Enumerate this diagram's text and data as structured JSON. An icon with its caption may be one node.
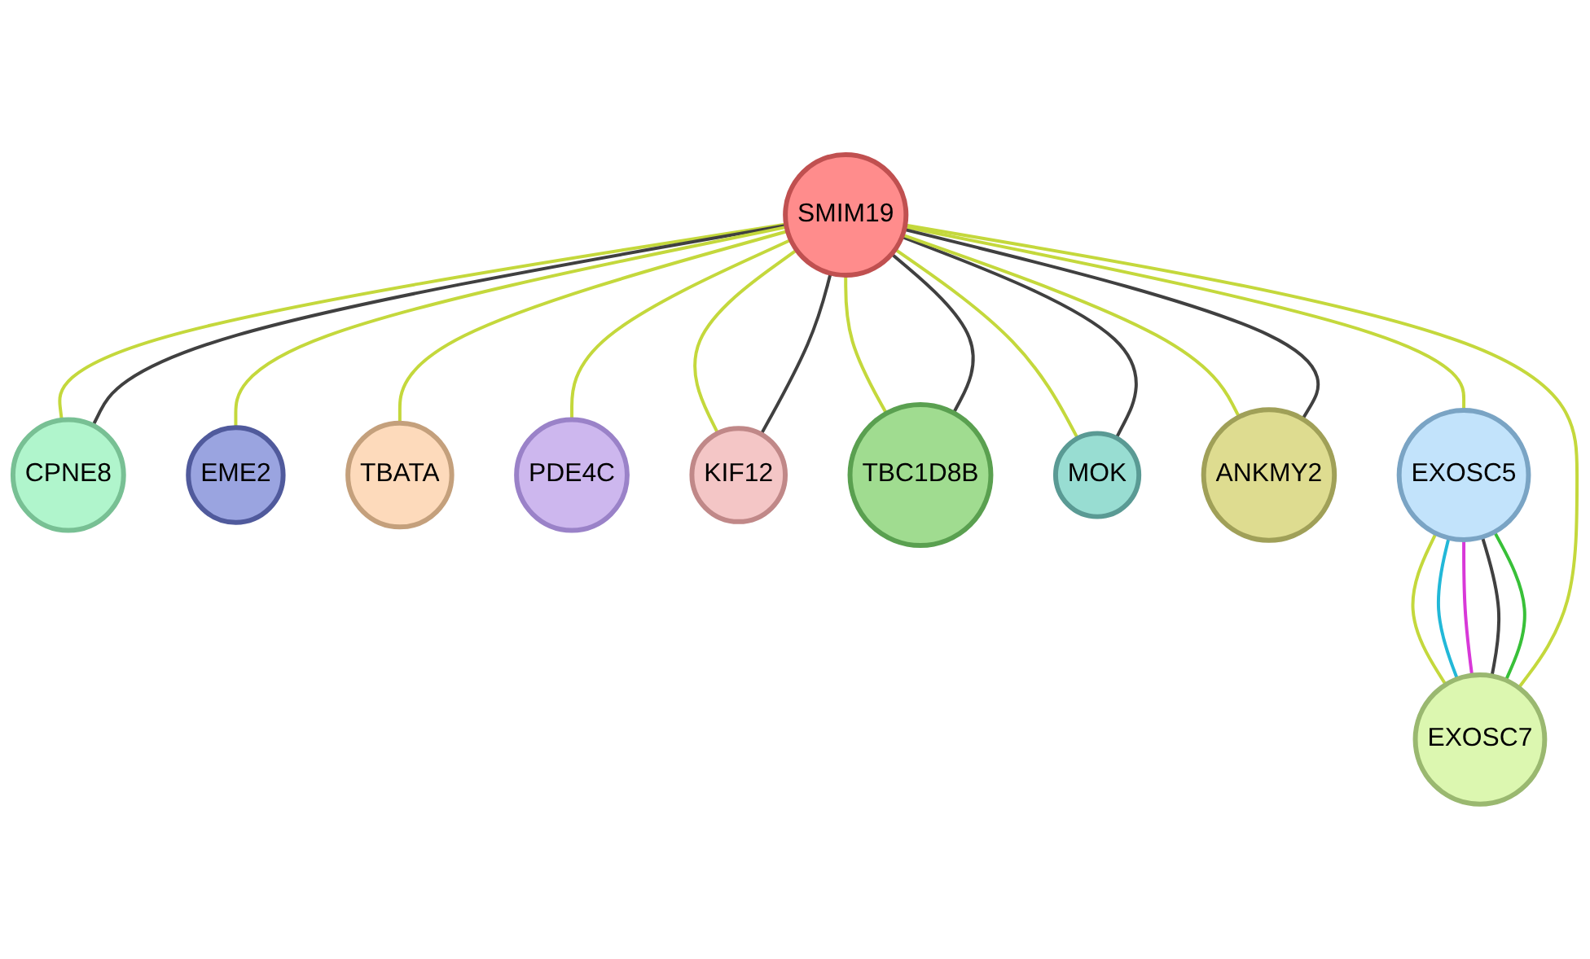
{
  "diagram": {
    "nodes": [
      {
        "text": [
          "SMIM19"
        ]
      },
      {
        "text": [
          "EXOSC7"
        ]
      },
      {
        "text": [
          "EXOSC5"
        ]
      },
      {
        "text": [
          "CPNE8"
        ]
      },
      {
        "text": [
          "EME2"
        ]
      },
      {
        "text": [
          "TBATA"
        ]
      },
      {
        "text": [
          "PDE4C"
        ]
      },
      {
        "text": [
          "KIF12"
        ]
      },
      {
        "text": [
          "TBC1D8B"
        ]
      },
      {
        "text": [
          "MOK"
        ]
      },
      {
        "text": [
          "ANKMY2"
        ]
      }
    ],
    "edges": [
      {
        "from": 2,
        "to": 1,
        "arrow": "none"
      },
      {
        "from": 2,
        "to": 1,
        "arrow": "none",
        "color": "#22b8d8"
      },
      {
        "from": 2,
        "to": 1,
        "arrow": "none",
        "color": "#d838d8"
      },
      {
        "from": 2,
        "to": 1,
        "arrow": "none",
        "color": "#404040"
      },
      {
        "from": 2,
        "to": 1,
        "arrow": "none",
        "color": "#38c038"
      },
      {
        "from": 0,
        "to": 1,
        "arrow": "none"
      },
      {
        "from": 0,
        "to": 2,
        "arrow": "none"
      },
      {
        "from": 0,
        "to": 3,
        "arrow": "none"
      },
      {
        "from": 0,
        "to": 3,
        "arrow": "none",
        "color": "#404040"
      },
      {
        "from": 0,
        "to": 4,
        "arrow": "none"
      },
      {
        "from": 0,
        "to": 5,
        "arrow": "none"
      },
      {
        "from": 0,
        "to": 6,
        "arrow": "none"
      },
      {
        "from": 0,
        "to": 7,
        "arrow": "none"
      },
      {
        "from": 0,
        "to": 7,
        "arrow": "none",
        "color": "#404040"
      },
      {
        "from": 0,
        "to": 8,
        "arrow": "none"
      },
      {
        "from": 0,
        "to": 8,
        "arrow": "none",
        "color": "#404040"
      },
      {
        "from": 0,
        "to": 9,
        "arrow": "none"
      },
      {
        "from": 0,
        "to": 9,
        "arrow": "none",
        "color": "#404040"
      },
      {
        "from": 0,
        "to": 10,
        "arrow": "none"
      },
      {
        "from": 0,
        "to": 10,
        "arrow": "none",
        "color": "#404040"
      }
    ]
  }
}
